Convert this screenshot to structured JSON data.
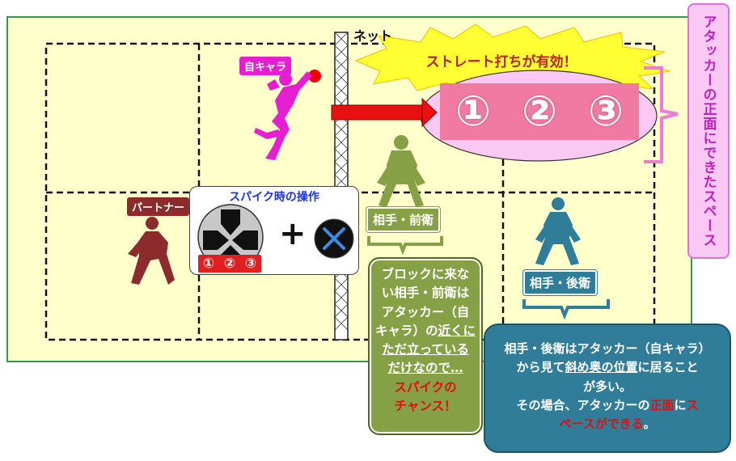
{
  "labels": {
    "net": "ネット",
    "self": "自キャラ",
    "partner": "パートナー",
    "opponent_front": "相手・前衛",
    "opponent_back": "相手・後衛"
  },
  "burst_text": "ストレート打ちが有効！",
  "space_numbers": [
    "①",
    "②",
    "③"
  ],
  "vertical_note": "アタッカーの正面にできたスペース",
  "spike_controls": {
    "title": "スパイク時の操作",
    "sequence": [
      "①",
      "②",
      "③"
    ],
    "plus": "+"
  },
  "green_note": {
    "l1": "ブロックに来な",
    "l2": "い相手・前衛は",
    "l3": "アタッカー（自",
    "l4a": "キャラ）の",
    "l4b": "近くに",
    "l5": "ただ立っている",
    "l6": "だけなので…",
    "l7": "スパイクの",
    "l8": "チャンス！"
  },
  "blue_note": {
    "l1": "相手・後衛はアタッカー（自キャラ）",
    "l2a": "から見て",
    "l2b": "斜め奥の位置",
    "l2c": "に居ること",
    "l3": "が多い。",
    "l4a": "その場合、アタッカーの",
    "l4b": "正面",
    "l4c": "に",
    "l4d": "ス",
    "l5a": "ペースができる",
    "l5b": "。"
  },
  "colors": {
    "court_bg": "#ffffcc",
    "court_border": "#2e9e4e",
    "self": "#e61ed2",
    "partner": "#8b2b2b",
    "opponent_front": "#86a046",
    "opponent_back": "#2f7d98",
    "arrow": "#e81010",
    "highlight": "#e01010"
  }
}
